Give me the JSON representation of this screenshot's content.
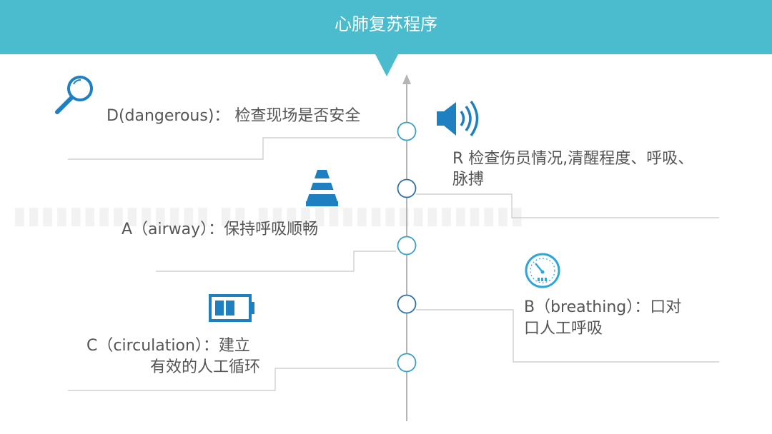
{
  "header": {
    "title": "心肺复苏程序"
  },
  "steps": {
    "d": {
      "label": "D(dangerous)： 检查现场是否安全"
    },
    "r": {
      "line1": "R 检查伤员情况,清醒程度、呼吸、",
      "line2": "脉搏"
    },
    "a": {
      "label": "A（airway）：保持呼吸顺畅"
    },
    "b": {
      "line1": "B（breathing）：口对",
      "line2": "口人工呼吸"
    },
    "c": {
      "line1": "C（circulation）：建立",
      "line2": "有效的人工循环"
    }
  },
  "colors": {
    "header": "#4bbcce",
    "accent_blue": "#1e7fc1",
    "node_stroke": "#3a9fc7",
    "text": "#555555",
    "line": "#c8c8c8"
  },
  "icons": [
    "magnifier-icon",
    "speaker-icon",
    "traffic-cone-icon",
    "gauge-icon",
    "battery-icon"
  ]
}
